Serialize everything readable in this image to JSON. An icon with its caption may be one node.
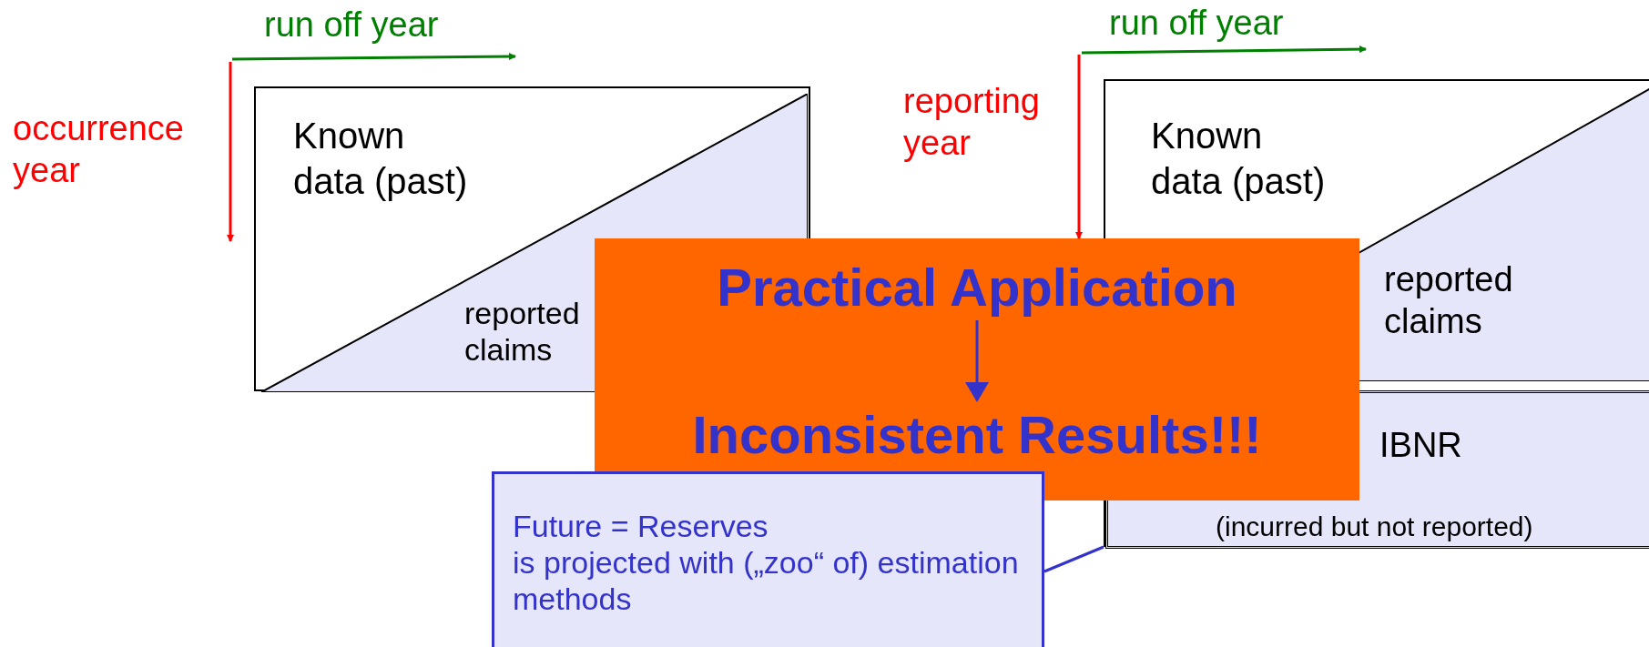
{
  "diagram": {
    "nodes": [
      {
        "text": [
          "Known data (past)"
        ]
      },
      {
        "text": [
          "reported claims"
        ],
        "in": 0
      },
      {
        "text": [
          "Known data (past)"
        ]
      },
      {
        "text": [
          "reported claims"
        ],
        "in": 2
      },
      {
        "text": [
          "IBNR",
          "(incurred but not reported)"
        ],
        "in": 2
      },
      {
        "text": [],
        "shape": "box"
      },
      {
        "text": [
          "Practical Application"
        ],
        "in": 5
      },
      {
        "text": [
          "Inconsistent Results!!!"
        ],
        "in": 5
      },
      {
        "text": [
          "Future = Reserves",
          "is projected with („zoo“ of) estimation methods"
        ]
      }
    ],
    "edges": [
      {
        "from": 6,
        "to": 7,
        "arrow": "to",
        "color": "#3333cc"
      },
      {
        "from": 8,
        "to": 4,
        "arrow": "none",
        "color": "#3333cc"
      }
    ],
    "labels": [
      "run off year",
      "occurrence year",
      "run off year",
      "reporting year"
    ]
  }
}
